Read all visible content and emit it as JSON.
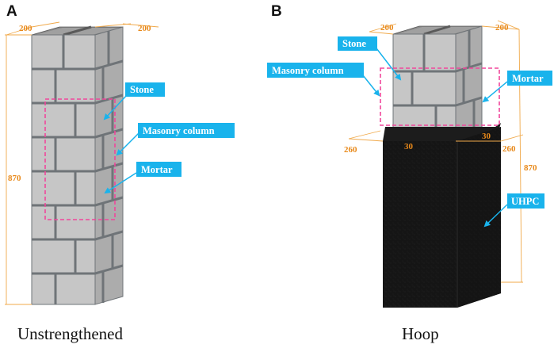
{
  "panels": [
    {
      "letter": "A",
      "caption": "Unstrengthened",
      "dims": {
        "top_left": "200",
        "top_right": "200",
        "height": "870"
      },
      "callouts": {
        "stone": "Stone",
        "masonry": "Masonry column",
        "mortar": "Mortar"
      }
    },
    {
      "letter": "B",
      "caption": "Hoop",
      "dims": {
        "top_left": "200",
        "top_right": "200",
        "jacket_left": "260",
        "jacket_right": "260",
        "gap_left": "30",
        "gap_right": "30",
        "height": "870"
      },
      "callouts": {
        "stone": "Stone",
        "masonry": "Masonry column",
        "mortar": "Mortar",
        "uhpc": "UHPC"
      }
    }
  ],
  "colors": {
    "stone_front": "#c6c6c6",
    "stone_side": "#acacac",
    "mortar": "#6f7478",
    "uhpc": "#151515",
    "callout_fill": "#19b3ec",
    "highlight_box": "#f0469b",
    "dimension": "#e8891a"
  }
}
